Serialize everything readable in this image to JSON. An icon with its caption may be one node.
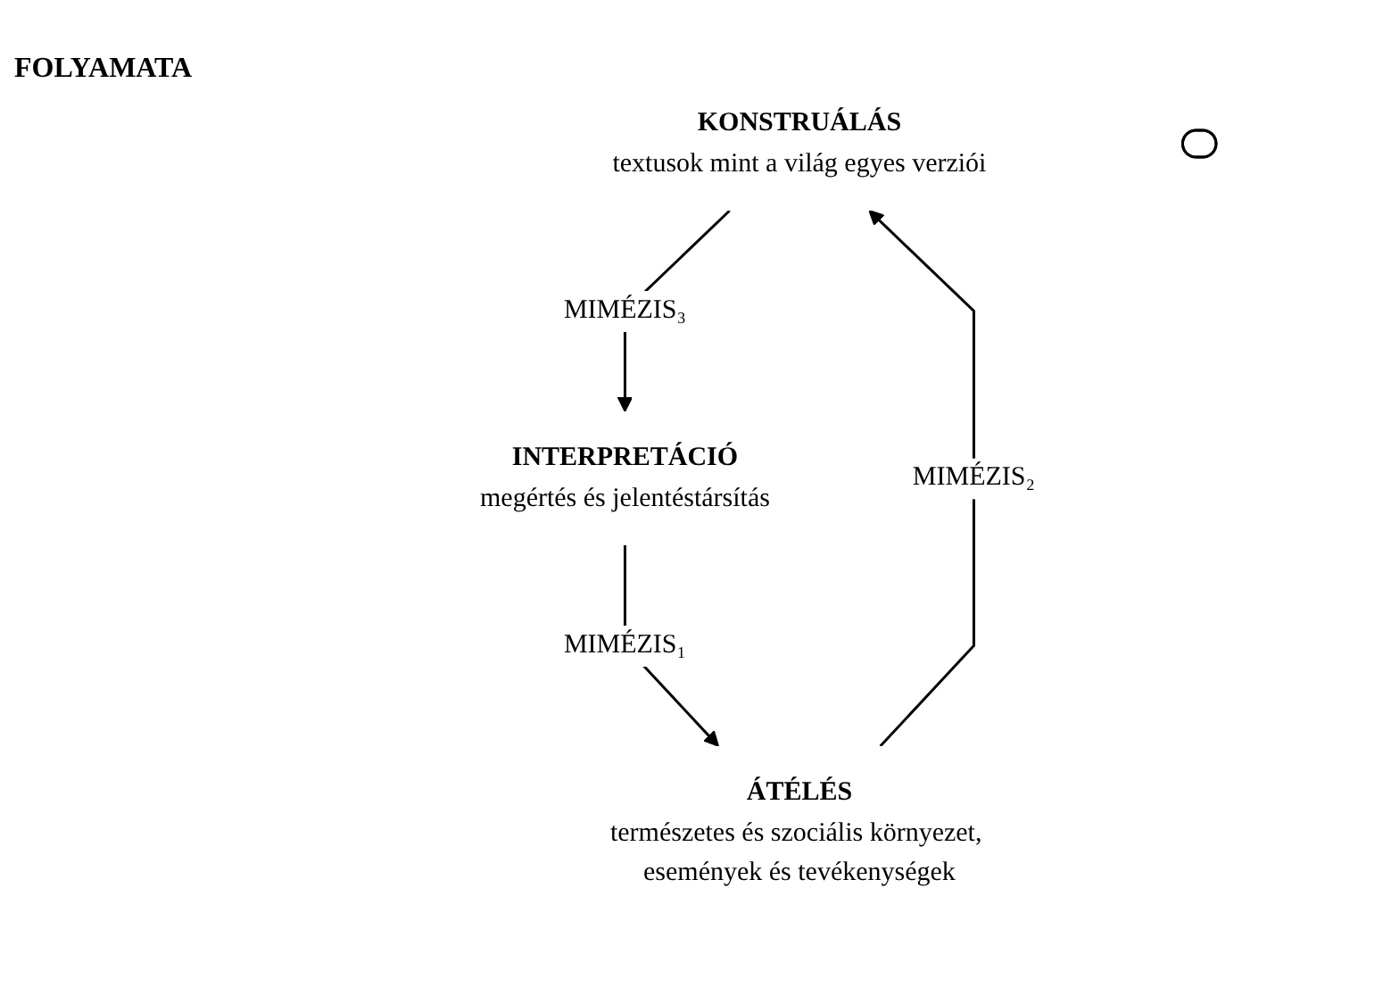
{
  "diagram": {
    "title": "FOLYAMATA",
    "nodes": [
      {
        "text": [
          "KONSTRUÁLÁS",
          "textusok mint a világ egyes verziói"
        ]
      },
      {
        "text": [
          "ÁTÉLÉS",
          "természetes és szociális környezet, események és tevékenységek"
        ]
      },
      {
        "text": [
          "INTERPRETÁCIÓ",
          "megértés és jelentéstársítás"
        ]
      },
      {
        "text": [],
        "shape": "ellipse"
      }
    ],
    "edges": [
      {
        "from": 1,
        "to": 0,
        "arrow": "to",
        "label": "MIMÉZIS₂"
      },
      {
        "from": 0,
        "to": 2,
        "arrow": "to",
        "label": "MIMÉZIS₃"
      },
      {
        "from": 2,
        "to": 1,
        "arrow": "to",
        "label": "MIMÉZIS₁"
      }
    ]
  }
}
